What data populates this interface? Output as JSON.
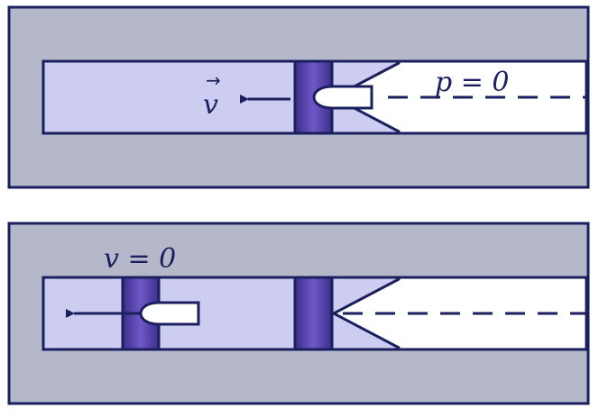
{
  "colors": {
    "outline": "#1a1f5e",
    "block": "#b4b8c8",
    "chamber": "#cdcdf1",
    "piston_edge": "#3a2f8a",
    "piston_mid": "#7158c7",
    "open_region": "#ffffff"
  },
  "top_panel": {
    "velocity_label": "v",
    "vector_mark": "→",
    "pressure_label": "p = 0"
  },
  "bottom_panel": {
    "velocity_label": "v = 0"
  }
}
